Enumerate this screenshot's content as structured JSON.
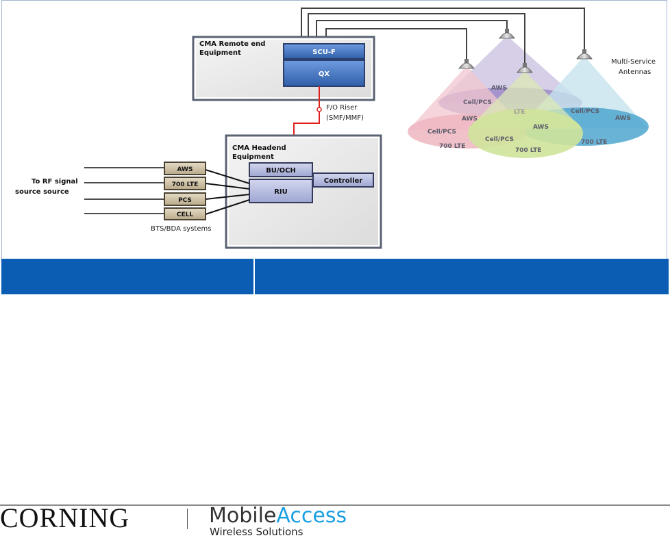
{
  "diagram": {
    "remote_box_title": "CMA Remote end\nEquipment",
    "remote_title_line1": "CMA Remote end",
    "remote_title_line2": "Equipment",
    "scu_label": "SCU-F",
    "qx_label": "QX",
    "riser_line1": "F/O Riser",
    "riser_line2": "(SMF/MMF)",
    "headend_title_line1": "CMA Headend",
    "headend_title_line2": "Equipment",
    "bu_label": "BU/OCH",
    "riu_label": "RIU",
    "controller_label": "Controller",
    "bts_boxes": [
      "AWS",
      "700 LTE",
      "PCS",
      "CELL"
    ],
    "rf_source_line1": "To RF signal",
    "rf_source_line2": "source source",
    "bts_caption": "BTS/BDA systems",
    "antennas_line1": "Multi-Service",
    "antennas_line2": "Antennas",
    "coverage_labels": {
      "pink_cell": "Cell/PCS",
      "pink_aws": "AWS",
      "pink_cell2": "Cell/PCS",
      "pink_lte": "700 LTE",
      "purple_aws": "AWS",
      "purple_lte": "LTE",
      "green_aws": "AWS",
      "green_cell": "Cell/PCS",
      "green_lte": "700 LTE",
      "blue_cell": "Cell/PCS",
      "blue_aws": "AWS",
      "blue_lte": "700 LTE"
    },
    "colors": {
      "riser": "#e0201c",
      "module_blue": "#3d6fb8",
      "module_lavender": "#b7bde0",
      "bts_tan": "#cdbfa3"
    }
  },
  "footer": {
    "corning": "CORNING",
    "mobile": "Mobile",
    "access": "Access",
    "wireless": "Wireless Solutions"
  }
}
